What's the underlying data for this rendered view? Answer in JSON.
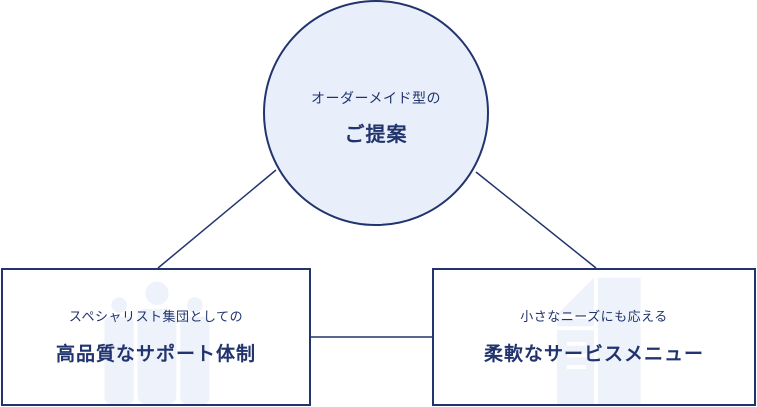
{
  "colors": {
    "primary": "#22346e",
    "circle_fill": "#e9effa",
    "icon_fill": "#eef2fa",
    "background": "#ffffff"
  },
  "top_node": {
    "subtitle": "オーダーメイド型の",
    "title": "ご提案"
  },
  "left_node": {
    "subtitle": "スペシャリスト集団としての",
    "title": "高品質なサポート体制",
    "icon": "people-group-icon"
  },
  "right_node": {
    "subtitle": "小さなニーズにも応える",
    "title": "柔軟なサービスメニュー",
    "icon": "document-icon"
  }
}
